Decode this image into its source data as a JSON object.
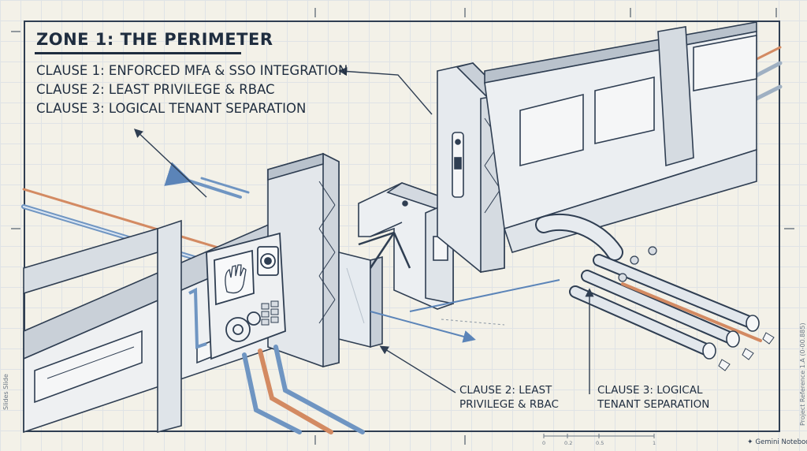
{
  "title": "ZONE 1: THE PERIMETER",
  "clauses": [
    "CLAUSE 1: ENFORCED MFA & SSO INTEGRATION",
    "CLAUSE 2: LEAST PRIVILEGE & RBAC",
    "CLAUSE 3: LOGICAL TENANT SEPARATION"
  ],
  "callouts": {
    "least_privilege": [
      "CLAUSE 2: LEAST",
      "PRIVILEGE & RBAC"
    ],
    "tenant_separation": [
      "CLAUSE 3: LOGICAL",
      "TENANT SEPARATION"
    ]
  },
  "side_left": "Slides Slide",
  "side_right": "Project Reference 1.A (0-00.885)",
  "brand": "Gemini Notebook",
  "scale_labels": [
    "0",
    "0.2",
    "0.5",
    "1"
  ],
  "colors": {
    "ink": "#2f3e52",
    "paper": "#f3f1e8",
    "grid": "#dfe3e6",
    "pipe_blue": "#6f95c2",
    "pipe_orange": "#d38a62"
  },
  "icons": [
    "hand-scan-icon",
    "eye-scan-icon",
    "gear-icon",
    "keypad-icon",
    "turnstile-icon"
  ]
}
